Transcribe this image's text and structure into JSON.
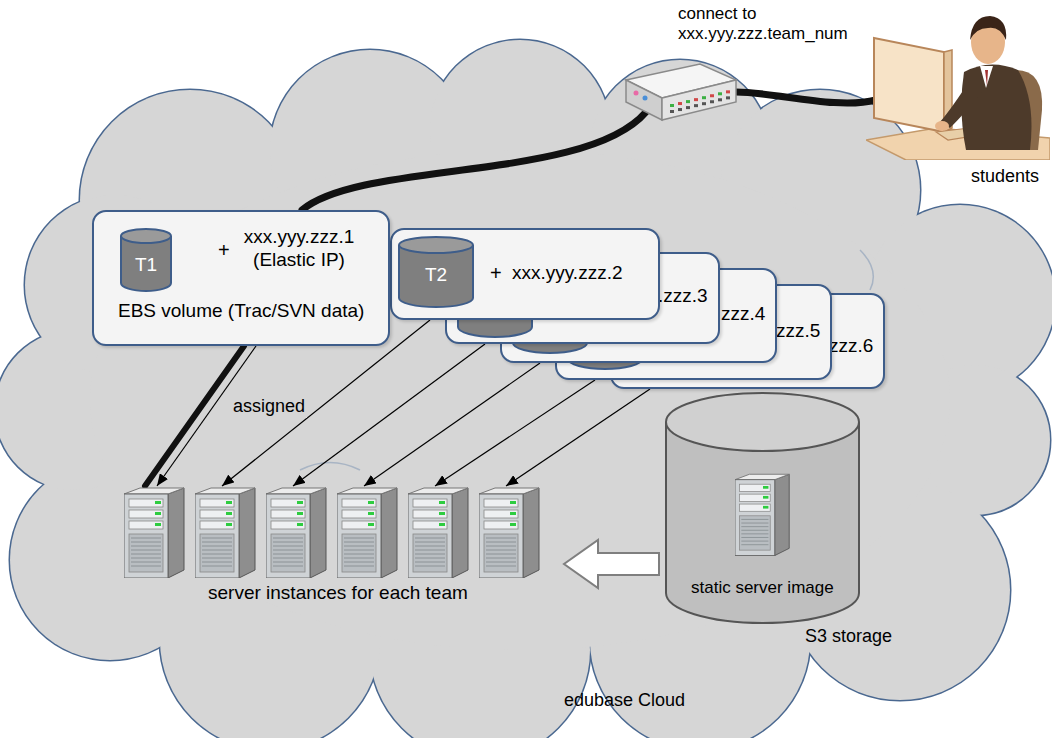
{
  "diagram": {
    "nodes": [
      {
        "text": [
          "edubase Cloud"
        ]
      },
      {
        "text": [
          "connect to xxx.yyy.zzz.team_num"
        ]
      },
      {
        "text": [
          "students"
        ]
      },
      {
        "text": [
          "+",
          "xxx.yyy.zzz.1 (Elastic IP)",
          "EBS volume (Trac/SVN data)"
        ],
        "in": 0
      },
      {
        "text": [
          "T1"
        ],
        "in": 3
      },
      {
        "text": [
          "+",
          "xxx.yyy.zzz.2"
        ],
        "in": 0
      },
      {
        "text": [
          "T2"
        ],
        "in": 5
      },
      {
        "text": [
          ".zzz.3"
        ],
        "in": 0
      },
      {
        "text": [
          "zzz.4"
        ],
        "in": 0
      },
      {
        "text": [
          "zzz.5"
        ],
        "in": 0
      },
      {
        "text": [
          "zzz.6"
        ],
        "in": 0
      },
      {
        "text": [
          "server instances for each team"
        ],
        "in": 0
      },
      {
        "text": [
          "static server image",
          "S3 storage"
        ],
        "in": 0
      }
    ],
    "edges": [
      {
        "from": 2,
        "to": 1,
        "arrow": "none"
      },
      {
        "from": 1,
        "to": 3,
        "arrow": "none"
      },
      {
        "from": 3,
        "to": 11,
        "label": "assigned",
        "arrow": "to"
      },
      {
        "from": 5,
        "to": 11,
        "arrow": "to"
      },
      {
        "from": 7,
        "to": 11,
        "arrow": "to"
      },
      {
        "from": 8,
        "to": 11,
        "arrow": "to"
      },
      {
        "from": 9,
        "to": 11,
        "arrow": "to"
      },
      {
        "from": 10,
        "to": 11,
        "arrow": "to"
      },
      {
        "from": 12,
        "to": 11,
        "arrow": "to"
      }
    ]
  }
}
